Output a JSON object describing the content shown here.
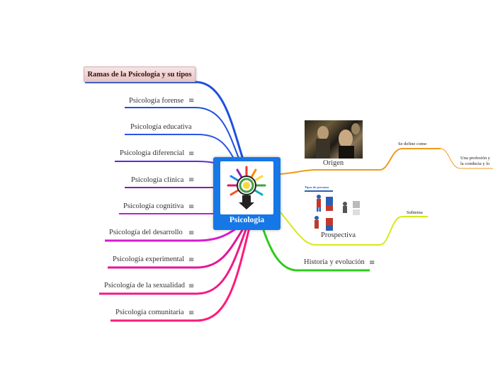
{
  "root_title": "Ramas de la Psicología y su tipos",
  "central_label": "Psicologia",
  "menu_glyph": "≡",
  "branches": [
    {
      "label": "Psicología forense",
      "color": "#1f4fe0",
      "has_menu": true
    },
    {
      "label": "Psicología educativa",
      "color": "#2a55e8",
      "has_menu": false
    },
    {
      "label": "Psicología diferencial",
      "color": "#5b2be0",
      "has_menu": true
    },
    {
      "label": "Psicología clínica",
      "color": "#8a1aa8",
      "has_menu": true
    },
    {
      "label": "Psicología cognitiva",
      "color": "#c21ad2",
      "has_menu": true
    },
    {
      "label": "Psicología del  desarrollo",
      "color": "#d81bd0",
      "has_menu": true
    },
    {
      "label": "Psicología experimental",
      "color": "#e3149a",
      "has_menu": true
    },
    {
      "label": "Psicología de la sexualidad",
      "color": "#f01a8a",
      "has_menu": true
    },
    {
      "label": "Psicología comunitaria",
      "color": "#ff1a7a",
      "has_menu": true
    }
  ],
  "right_nodes": {
    "origen": {
      "label": "Origen",
      "color": "#f09a1a"
    },
    "prospectiva": {
      "label": "Prospectiva",
      "color": "#d8e81a"
    },
    "historia": {
      "label": "Historia y evolución",
      "color": "#2ecc1a",
      "has_menu": true
    }
  },
  "sub_labels": {
    "se_define": "Se define como",
    "definition_line1": "Una profesión y",
    "definition_line2": "la conducta y lo",
    "subtema": "Subtema"
  },
  "infographic_heading": "Tipos de personas"
}
